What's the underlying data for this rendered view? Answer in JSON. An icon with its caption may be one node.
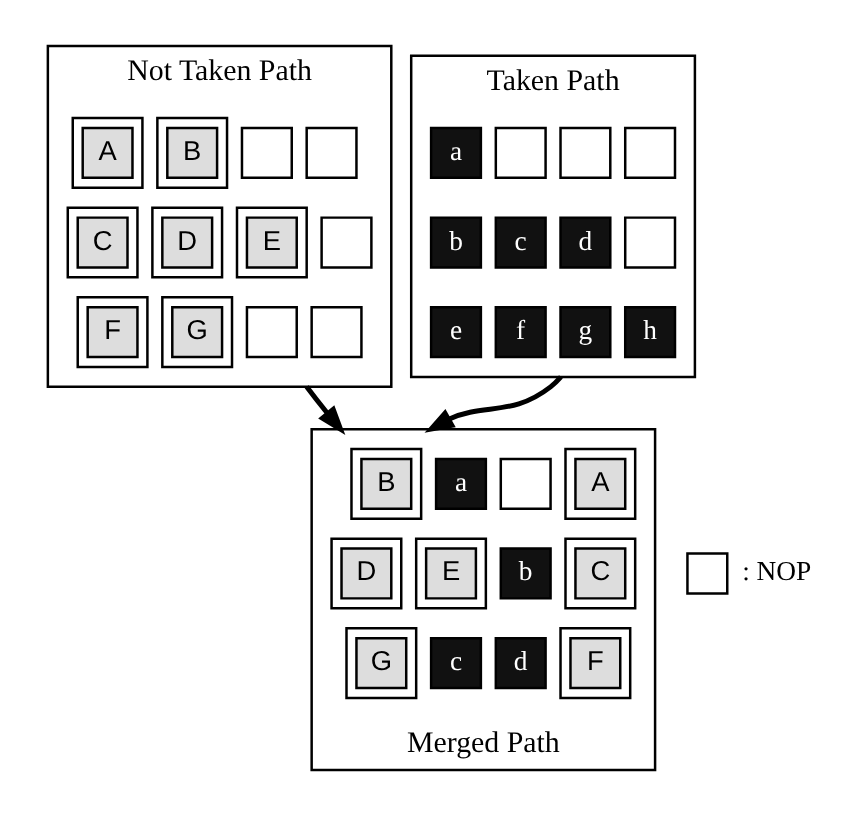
{
  "diagram": {
    "nodes": [
      {
        "text": [
          "Not Taken Path"
        ]
      },
      {
        "text": [
          "A"
        ],
        "in": 0
      },
      {
        "text": [
          "B"
        ],
        "in": 0
      },
      {
        "text": [],
        "shape": "box",
        "in": 0
      },
      {
        "text": [],
        "shape": "box",
        "in": 0
      },
      {
        "text": [
          "C"
        ],
        "in": 0
      },
      {
        "text": [
          "D"
        ],
        "in": 0
      },
      {
        "text": [
          "E"
        ],
        "in": 0
      },
      {
        "text": [],
        "shape": "box",
        "in": 0
      },
      {
        "text": [
          "F"
        ],
        "in": 0
      },
      {
        "text": [
          "G"
        ],
        "in": 0
      },
      {
        "text": [],
        "shape": "box",
        "in": 0
      },
      {
        "text": [],
        "shape": "box",
        "in": 0
      },
      {
        "text": [
          "Taken Path"
        ]
      },
      {
        "text": [
          "a"
        ],
        "in": 13
      },
      {
        "text": [],
        "shape": "box",
        "in": 13
      },
      {
        "text": [],
        "shape": "box",
        "in": 13
      },
      {
        "text": [],
        "shape": "box",
        "in": 13
      },
      {
        "text": [
          "b"
        ],
        "in": 13
      },
      {
        "text": [
          "c"
        ],
        "in": 13
      },
      {
        "text": [
          "d"
        ],
        "in": 13
      },
      {
        "text": [],
        "shape": "box",
        "in": 13
      },
      {
        "text": [
          "e"
        ],
        "in": 13
      },
      {
        "text": [
          "f"
        ],
        "in": 13
      },
      {
        "text": [
          "g"
        ],
        "in": 13
      },
      {
        "text": [
          "h"
        ],
        "in": 13
      },
      {
        "text": [
          "Merged Path"
        ]
      },
      {
        "text": [
          "A"
        ],
        "in": 26
      },
      {
        "text": [
          "B"
        ],
        "in": 26
      },
      {
        "text": [
          "a"
        ],
        "in": 26
      },
      {
        "text": [],
        "shape": "box",
        "in": 26
      },
      {
        "text": [
          "C"
        ],
        "in": 26
      },
      {
        "text": [
          "D"
        ],
        "in": 26
      },
      {
        "text": [
          "E"
        ],
        "in": 26
      },
      {
        "text": [
          "b"
        ],
        "in": 26
      },
      {
        "text": [
          "F"
        ],
        "in": 26
      },
      {
        "text": [
          "G"
        ],
        "in": 26
      },
      {
        "text": [
          "c"
        ],
        "in": 26
      },
      {
        "text": [
          "d"
        ],
        "in": 26
      }
    ],
    "edges": [
      {
        "from": 0,
        "to": 26,
        "arrow": "to"
      },
      {
        "from": 13,
        "to": 26,
        "arrow": "to"
      }
    ],
    "legend": [
      {
        "text": ": NOP"
      }
    ]
  }
}
